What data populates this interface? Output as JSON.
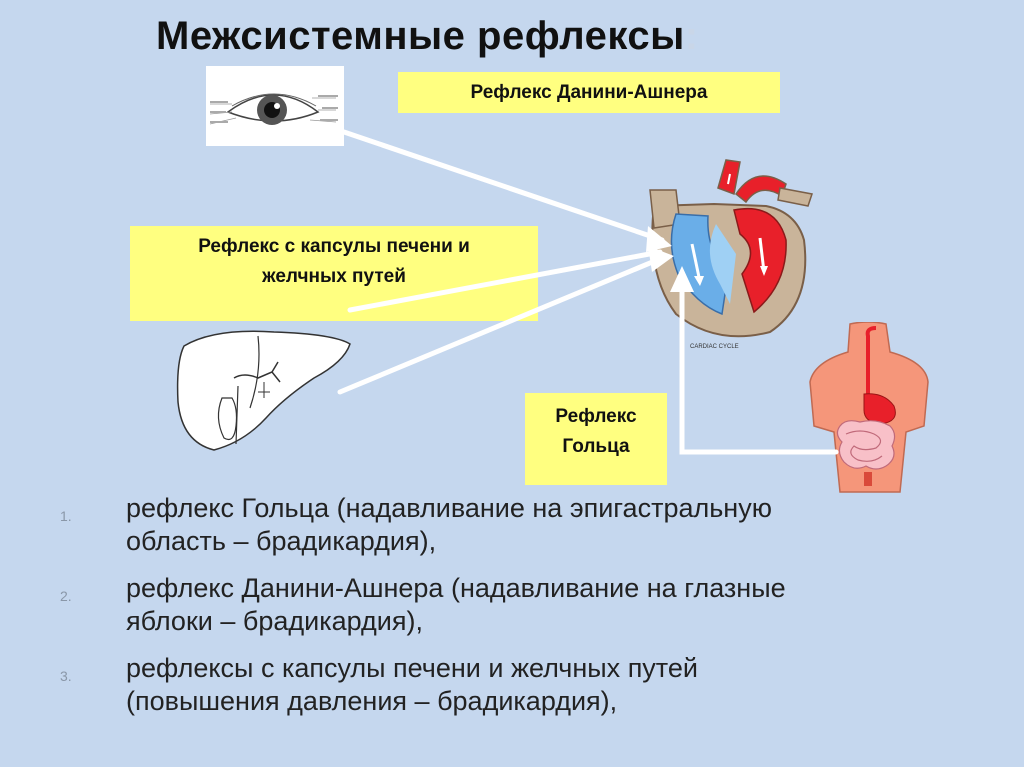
{
  "title": {
    "text": "Межсистемные  рефлексы",
    "colon": ":"
  },
  "boxes": {
    "danini": "Рефлекс  Данини-Ашнера",
    "liver_line1": "Рефлекс с капсулы печени и",
    "liver_line2": "желчных  путей",
    "golts_line1": "Рефлекс",
    "golts_line2": "Гольца"
  },
  "heart_caption": "CARDIAC CYCLE",
  "list": [
    {
      "num": "1.",
      "line1": "рефлекс Гольца (надавливание на эпигастральную",
      "line2": "область – брадикардия),"
    },
    {
      "num": "2.",
      "line1": "рефлекс Данини-Ашнера (надавливание на глазные",
      "line2": "яблоки – брадикардия),"
    },
    {
      "num": "3.",
      "line1": "рефлексы  с капсулы печени и желчных  путей",
      "line2": "(повышения давления – брадикардия),"
    }
  ],
  "colors": {
    "background": "#c5d7ee",
    "label_fill": "#ffff80",
    "arrow": "#ffffff",
    "blood_red": "#e8202a",
    "blood_blue": "#6aaee8",
    "body_skin": "#f5967a"
  }
}
